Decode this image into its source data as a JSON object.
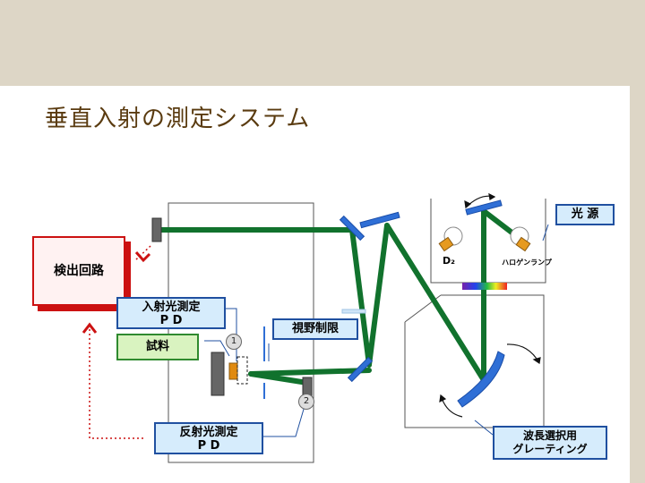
{
  "title": "垂直入射の測定システム",
  "labels": {
    "detector": "検出回路",
    "incident_pd": [
      "入射光測定",
      "P D"
    ],
    "sample": "試料",
    "field_limit": "視野制限",
    "reflect_pd": [
      "反射光測定",
      "P D"
    ],
    "light_source": "光 源",
    "grating": [
      "波長選択用",
      "グレーティング"
    ],
    "d2_lamp": "D₂",
    "halogen_lamp": "ハロゲンランプ",
    "marker_1": "1",
    "marker_2": "2"
  },
  "colors": {
    "beam": "#11722d",
    "optic": "#2f6fd6",
    "label_border_blue": "#2050a0",
    "label_border_red": "#cc1111",
    "title": "#5a3b10"
  }
}
